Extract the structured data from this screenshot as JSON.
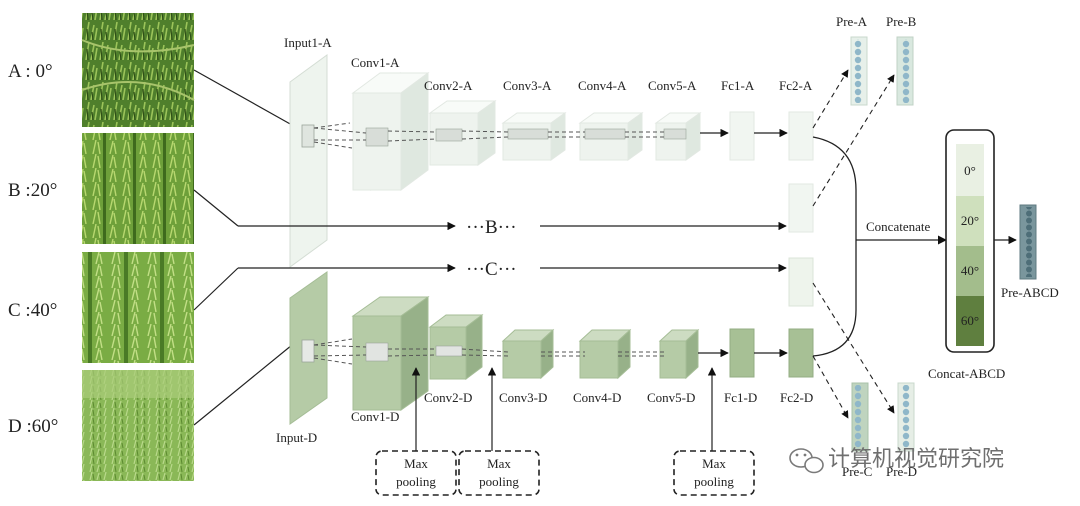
{
  "angles": [
    {
      "label": "A : 0°"
    },
    {
      "label": "B :20°"
    },
    {
      "label": "C :40°"
    },
    {
      "label": "D :60°"
    }
  ],
  "branch_a": {
    "input": "Input1-A",
    "layers": [
      "Conv1-A",
      "Conv2-A",
      "Conv3-A",
      "Conv4-A",
      "Conv5-A",
      "Fc1-A",
      "Fc2-A"
    ]
  },
  "branch_d": {
    "input": "Input-D",
    "layers": [
      "Conv1-D",
      "Conv2-D",
      "Conv3-D",
      "Conv4-D",
      "Conv5-D",
      "Fc1-D",
      "Fc2-D"
    ]
  },
  "middle": {
    "b": "···B···",
    "c": "···C···"
  },
  "pooling": [
    {
      "line1": "Max",
      "line2": "pooling"
    },
    {
      "line1": "Max",
      "line2": "pooling"
    },
    {
      "line1": "Max",
      "line2": "pooling"
    }
  ],
  "outputs": {
    "a": "Pre-A",
    "b": "Pre-B",
    "c": "Pre-C",
    "d": "Pre-D",
    "abcd": "Pre-ABCD"
  },
  "concat": {
    "label": "Concatenate",
    "box_label": "Concat-ABCD",
    "segments": [
      "0°",
      "20°",
      "40°",
      "60°"
    ]
  },
  "watermark": "计算机视觉研究院",
  "colors": {
    "a_face": "#f1f6f1",
    "a_side": "#dfe8e0",
    "a_top": "#f8fbf8",
    "d_face": "#b7cca9",
    "d_side": "#97b189",
    "d_top": "#cddcc2",
    "seg0": "#e9f0e3",
    "seg1": "#cfe0bd",
    "seg2": "#a3bd8c",
    "seg3": "#5f7f3f",
    "dot_blue": "#8fb7c9",
    "dot_dark": "#4e6e78",
    "grass1": "#6d9a3a",
    "grass2": "#2f5418"
  }
}
